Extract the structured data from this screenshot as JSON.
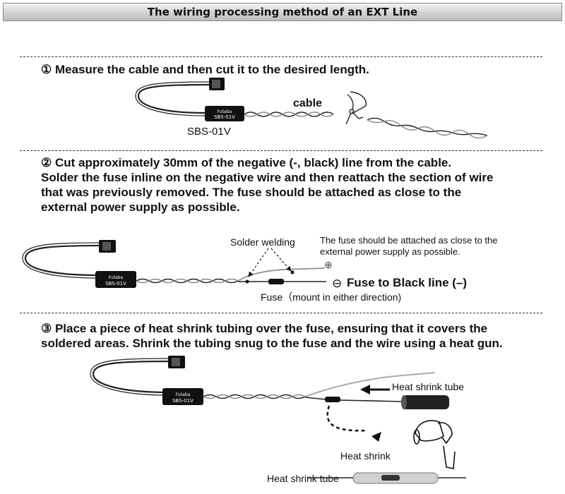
{
  "header": {
    "title": "The wiring processing method of an EXT Line"
  },
  "steps": [
    {
      "text": "① Measure the cable and then cut it to the desired length.",
      "labels": {
        "cable": "cable",
        "device": "SBS-01V"
      }
    },
    {
      "line1": "② Cut approximately 30mm of the negative (-, black) line from the cable.",
      "line2": "Solder the fuse inline on the negative wire and then reattach the section of wire",
      "line3": "that was previously removed. The fuse should be attached as close to the",
      "line4": "external power supply as possible.",
      "labels": {
        "solder": "Solder welding",
        "note1": "The fuse should be attached as close to the",
        "note2": "external power supply as possible.",
        "fuse_black": "Fuse to Black line (–)",
        "fuse_mount": "Fuse（mount in either direction)",
        "plus": "⊕",
        "minus": "⊖"
      }
    },
    {
      "line1": "③ Place a piece of heat shrink tubing over the fuse, ensuring that it covers the",
      "line2": "soldered areas.  Shrink the tubing snug to the fuse and the wire using a heat gun.",
      "labels": {
        "tube_top": "Heat shrink tube",
        "heat_shrink": "Heat shrink",
        "tube_bottom": "Heat shrink tube"
      }
    }
  ],
  "device_marks": {
    "brand": "Futaba",
    "model": "SBS-01V"
  }
}
